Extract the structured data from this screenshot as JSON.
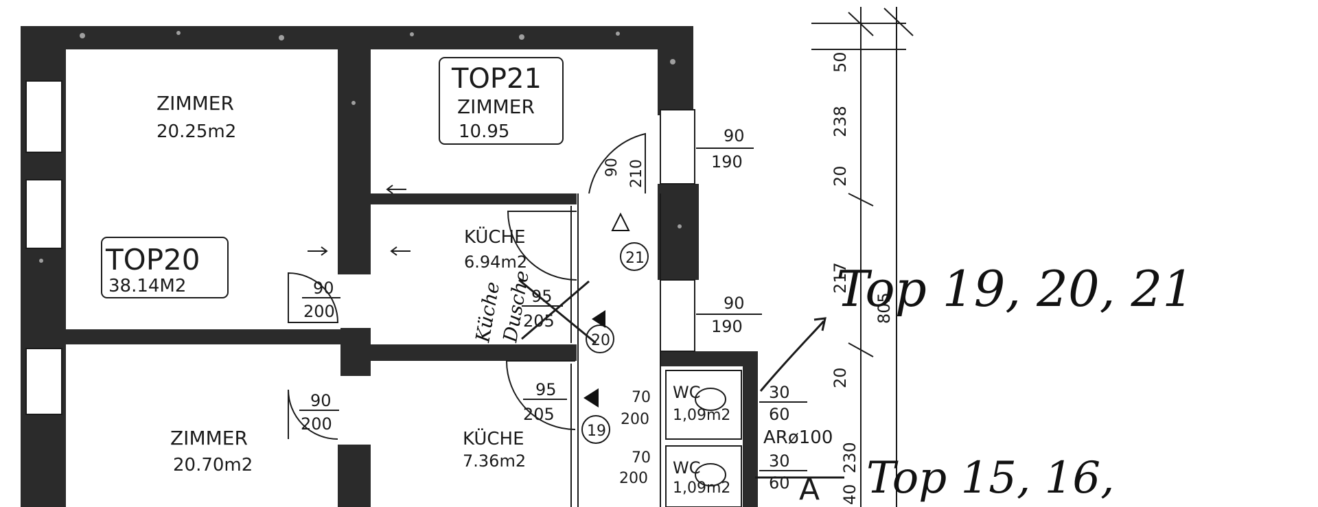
{
  "plan": {
    "top21": {
      "tag": "TOP21",
      "room": "ZIMMER",
      "area": "10.95"
    },
    "top20": {
      "tag": "TOP20",
      "area": "38.14M2"
    },
    "zimmer_top": {
      "name": "ZIMMER",
      "area": "20.25m2"
    },
    "zimmer_bottom": {
      "name": "ZIMMER",
      "area": "20.70m2"
    },
    "kueche_upper": {
      "name": "KÜCHE",
      "area": "6.94m2"
    },
    "kueche_lower": {
      "name": "KÜCHE",
      "area": "7.36m2"
    },
    "wc_upper": {
      "name": "WC",
      "area": "1,09m2"
    },
    "wc_lower": {
      "name": "WC",
      "area": "1,09m2"
    },
    "doors": {
      "d1": {
        "w": "90",
        "h": "200"
      },
      "d2": {
        "w": "90",
        "h": "200"
      },
      "d3": {
        "w": "95",
        "h": "205"
      },
      "d4": {
        "w": "95",
        "h": "205"
      },
      "d5": {
        "w": "90",
        "h": "210"
      },
      "w1": {
        "w": "90",
        "h": "190"
      },
      "w2": {
        "w": "90",
        "h": "190"
      },
      "wc1": {
        "w": "30",
        "h": "60"
      },
      "wc2": {
        "w": "30",
        "h": "60"
      },
      "wcd1": {
        "w": "70",
        "h": "200"
      },
      "wcd2": {
        "w": "70",
        "h": "200"
      }
    },
    "markers": {
      "m21": "21",
      "m20": "20",
      "m19": "19"
    },
    "ar": "ARø100",
    "section": "A",
    "dims": {
      "d50": "50",
      "d238": "238",
      "d20a": "20",
      "d217": "217",
      "d805": "805",
      "d20b": "20",
      "d230": "230",
      "d40": "40"
    },
    "handwritten": {
      "top19": "Top 19, 20, 21",
      "top15": "Top 15, 16,",
      "kueche_note": "Küche",
      "dusche_note": "Dusche"
    }
  }
}
